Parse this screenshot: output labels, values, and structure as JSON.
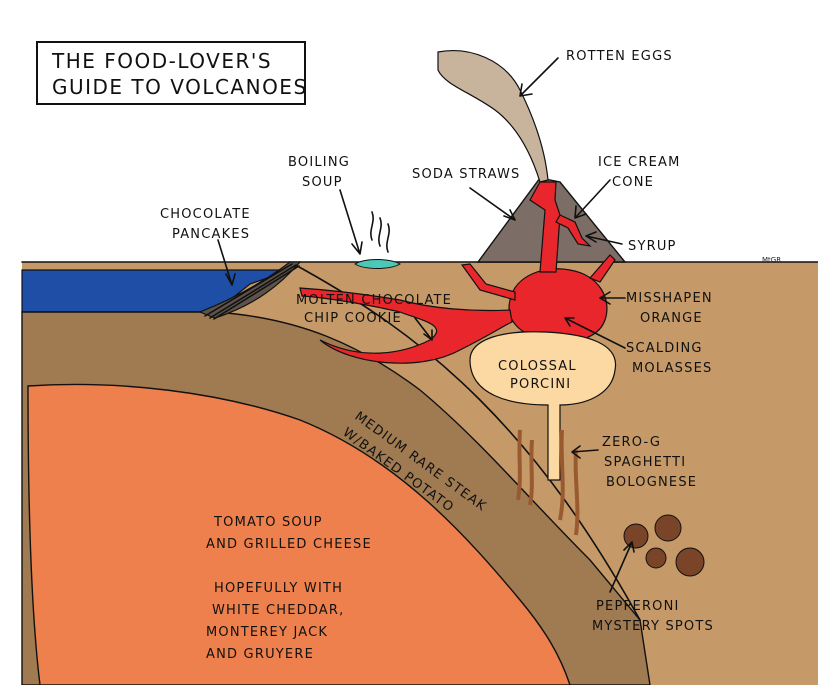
{
  "title": {
    "line1": "The Food-Lover's",
    "line2": "Guide to Volcanoes"
  },
  "labels": {
    "rotten_eggs": "Rotten Eggs",
    "boiling_soup_1": "Boiling",
    "boiling_soup_2": "Soup",
    "soda_straws": "Soda Straws",
    "ice_cream_1": "Ice Cream",
    "ice_cream_2": "Cone",
    "chocolate_pancakes_1": "Chocolate",
    "chocolate_pancakes_2": "Pancakes",
    "syrup": "Syrup",
    "cookie_1": "Molten Chocolate",
    "cookie_2": "Chip Cookie",
    "orange_1": "Misshapen",
    "orange_2": "Orange",
    "molasses_1": "Scalding",
    "molasses_2": "Molasses",
    "porcini_1": "Colossal",
    "porcini_2": "Porcini",
    "steak_1": "Medium Rare Steak",
    "steak_2": "w/Baked Potato",
    "spaghetti_1": "Zero-G",
    "spaghetti_2": "Spaghetti",
    "spaghetti_3": "Bolognese",
    "tomato_1": "Tomato Soup",
    "tomato_2": "and Grilled Cheese",
    "cheese_1": "Hopefully with",
    "cheese_2": "White Cheddar,",
    "cheese_3": "Monterey Jack",
    "cheese_4": "and Gruyere",
    "pepperoni_1": "Pepperoni",
    "pepperoni_2": "Mystery Spots",
    "signature": "MtGR"
  },
  "colors": {
    "ocean": "#1f4ea6",
    "crust": "#c59a68",
    "mantle_band": "#a07a50",
    "mantle_core": "#ed804c",
    "magma": "#e8262b",
    "plume": "#c8b49c",
    "cone": "#7c6e66",
    "porcini": "#fcd9a3",
    "pancakes": "#5e534a",
    "soup": "#4cc8b8",
    "spaghetti": "#9a5a30",
    "pepperoni": "#7a4428"
  }
}
